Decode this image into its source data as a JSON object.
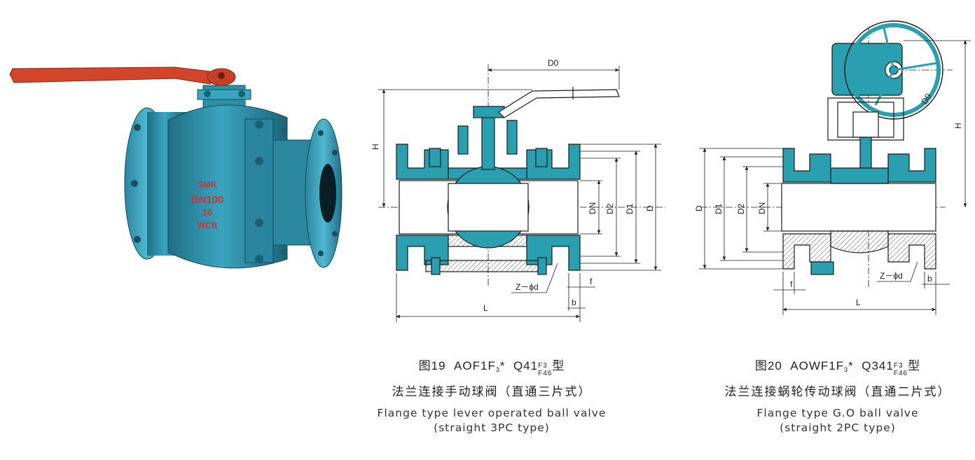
{
  "photo": {
    "body_text": [
      "SMK",
      "DN100",
      "16",
      "WCB"
    ]
  },
  "fig19": {
    "fig_label": "图19",
    "model_prefix": "AOF1F",
    "model_sub": "3",
    "model_star": "*",
    "model_mid": "Q41",
    "model_sup_top": "3",
    "model_sup_bottom": "46",
    "model_suffix": "型",
    "title_cn": "法兰连接手动球阀（直通三片式）",
    "title_en_line1": "Flange type lever operated ball valve",
    "title_en_line2": "(straight 3PC type)",
    "dims": {
      "D0": "D0",
      "H": "H",
      "DN": "DN",
      "D2": "D2",
      "D1": "D1",
      "D": "D",
      "Z": "Z－ϕd",
      "f": "f",
      "b": "b",
      "L": "L"
    }
  },
  "fig20": {
    "fig_label": "图20",
    "model_prefix": "AOWF1F",
    "model_sub": "3",
    "model_star": "*",
    "model_mid": "Q341",
    "model_sup_top": "3",
    "model_sup_bottom": "46",
    "model_suffix": "型",
    "title_cn": "法兰连接蜗轮传动球阀（直通二片式）",
    "title_en_line1": "Flange type G.O ball valve",
    "title_en_line2": "(straight 2PC type)",
    "dims": {
      "D0": "D0",
      "H": "H",
      "D": "D",
      "D1": "D1",
      "D2": "D2",
      "DN": "DN",
      "Z": "Z－ϕd",
      "f": "f",
      "b": "b",
      "L": "L"
    }
  },
  "colors": {
    "valve_body": "#2e8fa8",
    "valve_light": "#7fc4d4",
    "handle": "#d2452a",
    "drawing_fill": "#2a9fb0",
    "drawing_stroke": "#1a1a1a"
  }
}
